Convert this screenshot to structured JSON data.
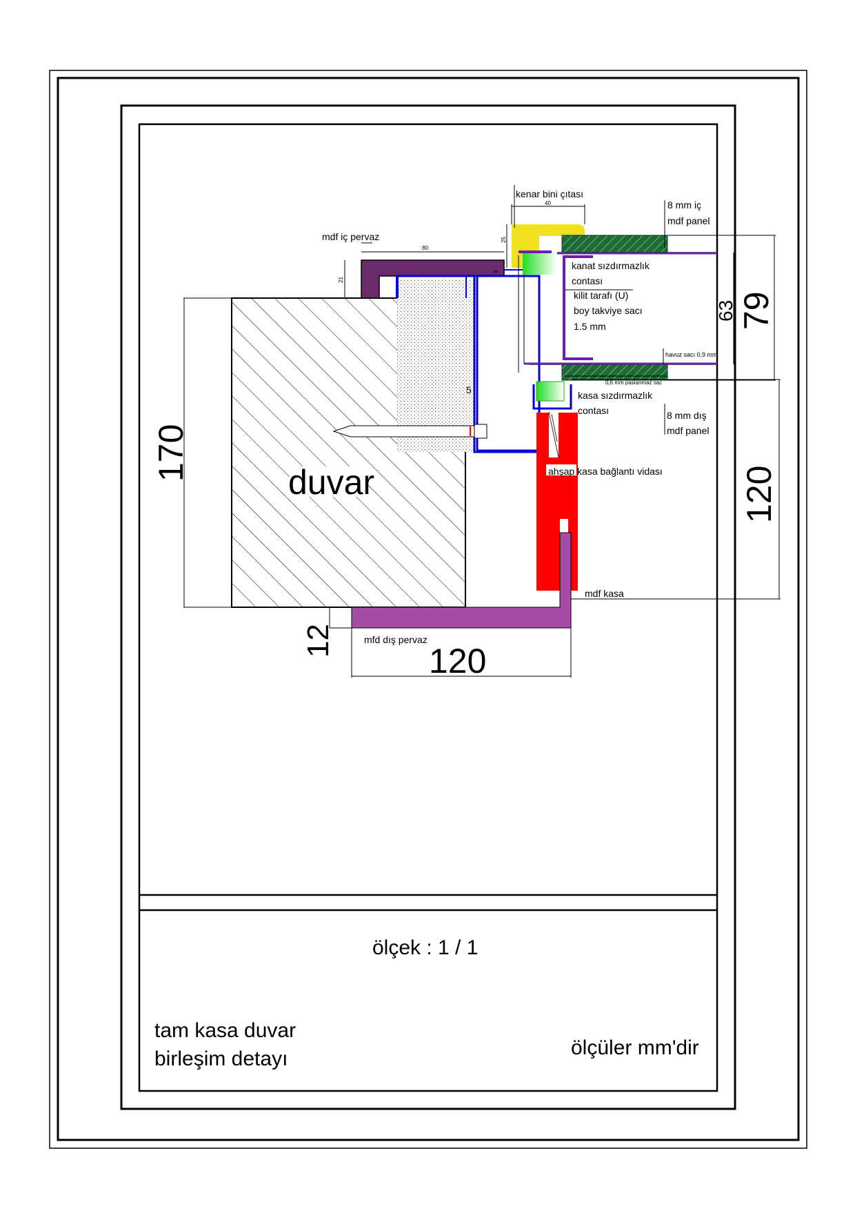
{
  "title_block": {
    "scale": "ölçek : 1 / 1",
    "title_line1": "tam kasa duvar",
    "title_line2": "birleşim detayı",
    "units_note": "ölçüler mm'dir"
  },
  "labels": {
    "wall": "duvar",
    "edge_strip": "kenar bini çıtası",
    "inner_panel_1": "8 mm iç",
    "inner_panel_2": "mdf panel",
    "inner_casing": "mdf iç pervaz",
    "leaf_seal_1": "kanat sızdırmazlık",
    "leaf_seal_2": "contası",
    "lock_side_1": "kilit tarafı (U)",
    "lock_side_2": "boy takviye sacı",
    "lock_side_3": "1.5 mm",
    "pool_sheet": "havuz sacı 0,9 mm",
    "stainless_sheet": "0,6 mm paslanmaz sac",
    "frame_seal_1": "kasa sızdırmazlık",
    "frame_seal_2": "contası",
    "outer_panel_1": "8 mm dış",
    "outer_panel_2": "mdf panel",
    "screw": "ahşap kasa bağlantı vidası",
    "mdf_frame": "mdf kasa",
    "outer_casing": "mfd dış pervaz"
  },
  "dimensions": {
    "wall_depth": "170",
    "outer_casing_width": "120",
    "outer_casing_thickness": "12",
    "frame_height": "120",
    "door_thickness": "79",
    "door_core": "63",
    "strip_width": "40",
    "strip_height": "25",
    "inner_casing_width": "80",
    "inner_casing_thickness": "21",
    "gap": "5",
    "small": "8"
  },
  "colors": {
    "inner_casing": "#6b2a6b",
    "outer_casing": "#a64ca6",
    "edge_strip": "#f0e020",
    "panel_green": "#1e6b35",
    "seal_green": "#33ee33",
    "frame_red": "#ff0000",
    "steel_blue": "#0000dd",
    "lock_purple": "#6a1fb0"
  }
}
